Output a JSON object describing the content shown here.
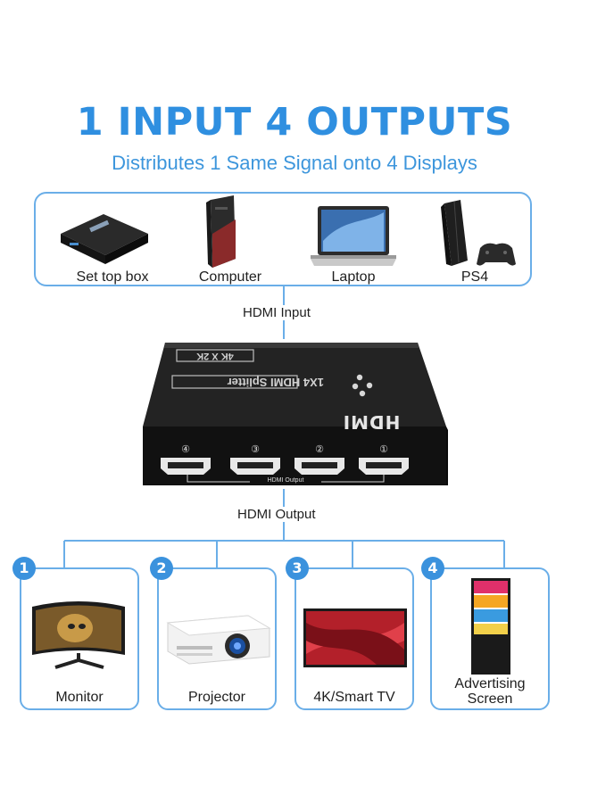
{
  "header": {
    "title": "1 INPUT 4 OUTPUTS",
    "subtitle": "Distributes 1 Same Signal onto 4 Displays"
  },
  "sources": [
    {
      "label": "Set top box",
      "icon": "set-top-box-icon"
    },
    {
      "label": "Computer",
      "icon": "computer-tower-icon"
    },
    {
      "label": "Laptop",
      "icon": "laptop-icon"
    },
    {
      "label": "PS4",
      "icon": "game-console-icon"
    }
  ],
  "connections": {
    "input_label": "HDMI Input",
    "output_label": "HDMI Output"
  },
  "splitter": {
    "resolution_label": "4K X 2K",
    "model_label": "1X4 HDMI Splitter",
    "brand_label": "HDMI",
    "port_numbers": [
      "④",
      "③",
      "②",
      "①"
    ],
    "ports_caption": "HDMI Output"
  },
  "outputs": [
    {
      "number": "1",
      "label": "Monitor",
      "icon": "monitor-icon"
    },
    {
      "number": "2",
      "label": "Projector",
      "icon": "projector-icon"
    },
    {
      "number": "3",
      "label": "4K/Smart TV",
      "icon": "tv-icon"
    },
    {
      "number": "4",
      "label_line1": "Advertising",
      "label_line2": "Screen",
      "icon": "kiosk-screen-icon"
    }
  ],
  "colors": {
    "accent": "#2f8fe0",
    "frame": "#6aaee8",
    "device": "#1d1d1d"
  }
}
